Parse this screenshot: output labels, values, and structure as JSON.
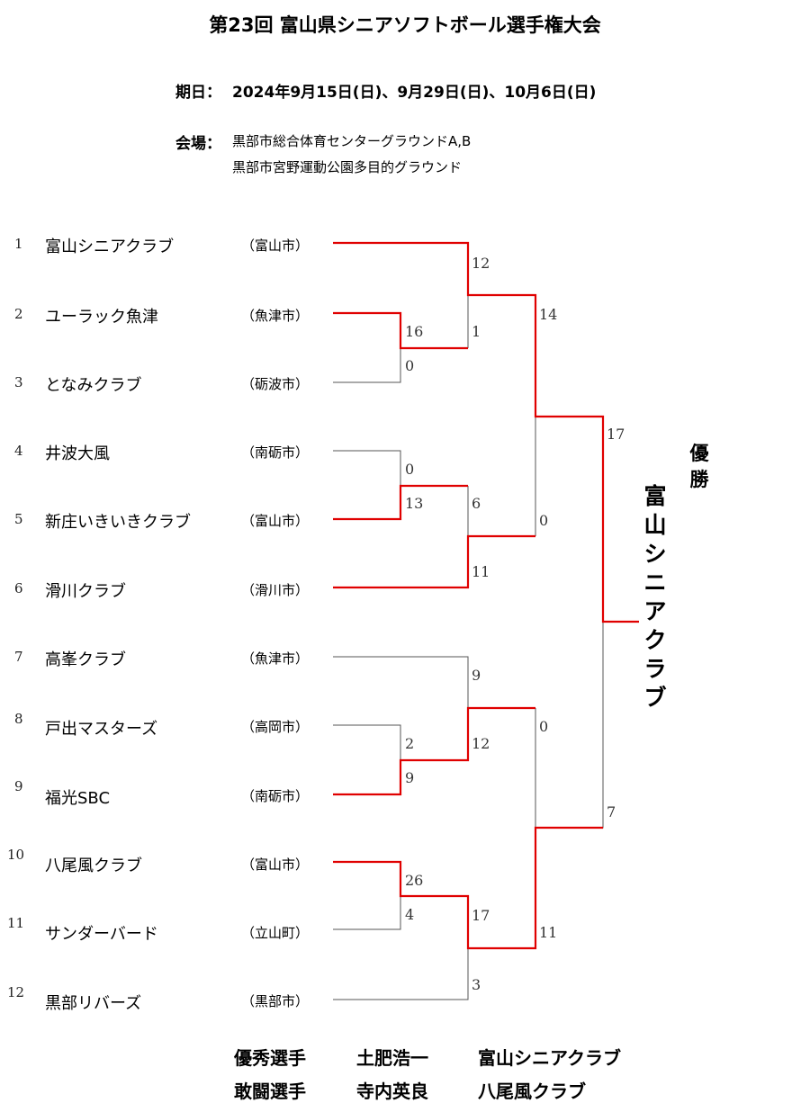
{
  "title": "第23回 富山県シニアソフトボール選手権大会",
  "date": {
    "label": "期日：",
    "value": "2024年9月15日(日)、9月29日(日)、10月6日(日)"
  },
  "venue": {
    "label": "会場：",
    "lines": [
      "黒部市総合体育センターグラウンドA,B",
      "黒部市宮野運動公園多目的グラウンド"
    ]
  },
  "teams": [
    {
      "seed": "1",
      "name": "富山シニアクラブ",
      "city": "（富山市）"
    },
    {
      "seed": "2",
      "name": "ユーラック魚津",
      "city": "（魚津市）"
    },
    {
      "seed": "3",
      "name": "となみクラブ",
      "city": "（砺波市）"
    },
    {
      "seed": "4",
      "name": "井波大風",
      "city": "（南砺市）"
    },
    {
      "seed": "5",
      "name": "新庄いきいきクラブ",
      "city": "（富山市）"
    },
    {
      "seed": "6",
      "name": "滑川クラブ",
      "city": "（滑川市）"
    },
    {
      "seed": "7",
      "name": "高峯クラブ",
      "city": "（魚津市）"
    },
    {
      "seed": "8",
      "name": "戸出マスターズ",
      "city": "（高岡市）"
    },
    {
      "seed": "9",
      "name": "福光SBC",
      "city": "（南砺市）"
    },
    {
      "seed": "10",
      "name": "八尾風クラブ",
      "city": "（富山市）"
    },
    {
      "seed": "11",
      "name": "サンダーバード",
      "city": "（立山町）"
    },
    {
      "seed": "12",
      "name": "黒部リバーズ",
      "city": "（黒部市）"
    }
  ],
  "scores": {
    "r1_m1_top": "16",
    "r1_m1_bottom": "0",
    "r1_m2_top": "0",
    "r1_m2_bottom": "13",
    "r1_m3_top": "2",
    "r1_m3_bottom": "9",
    "r1_m4_top": "26",
    "r1_m4_bottom": "4",
    "qf1_top": "12",
    "qf1_bottom": "1",
    "qf2_top": "6",
    "qf2_bottom": "11",
    "qf3_top": "9",
    "qf3_bottom": "12",
    "qf4_top": "17",
    "qf4_bottom": "3",
    "sf1_top": "14",
    "sf1_bottom": "0",
    "sf2_top": "0",
    "sf2_bottom": "11",
    "final_top": "17",
    "final_bottom": "7"
  },
  "champion": {
    "label": "優勝",
    "name": "富山シニアクラブ"
  },
  "awards": [
    {
      "title": "優秀選手",
      "player": "土肥浩一",
      "team": "富山シニアクラブ"
    },
    {
      "title": "敢闘選手",
      "player": "寺内英良",
      "team": "八尾風クラブ"
    }
  ],
  "colors": {
    "winner_line": "#e00000",
    "loser_line": "#555555"
  }
}
